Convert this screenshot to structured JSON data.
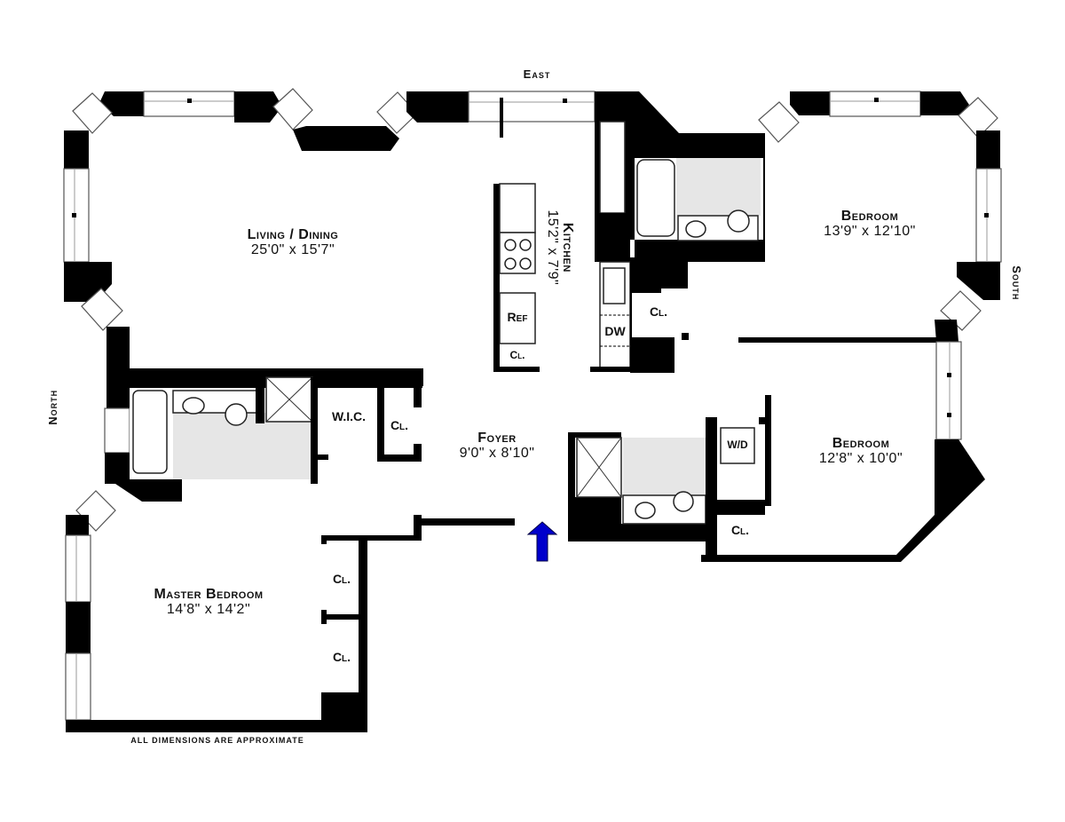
{
  "floorplan": {
    "compass": {
      "east": "East",
      "north": "North",
      "south": "South"
    },
    "rooms": {
      "living_dining": {
        "name": "Living / Dining",
        "dims": "25'0\" x 15'7\""
      },
      "kitchen": {
        "name": "Kitchen",
        "dims": "15'2\" x 7'9\""
      },
      "bedroom_1": {
        "name": "Bedroom",
        "dims": "13'9\" x 12'10\""
      },
      "bedroom_2": {
        "name": "Bedroom",
        "dims": "12'8\" x 10'0\""
      },
      "foyer": {
        "name": "Foyer",
        "dims": "9'0\" x 8'10\""
      },
      "master_bedroom": {
        "name": "Master Bedroom",
        "dims": "14'8\" x 14'2\""
      }
    },
    "fixtures": {
      "ref": "Ref",
      "dw": "DW",
      "wd": "W/D",
      "wic": "W.I.C.",
      "closet": "Cl."
    },
    "entry_arrow_color": "#0000cc",
    "disclaimer": "All dimensions are approximate"
  }
}
